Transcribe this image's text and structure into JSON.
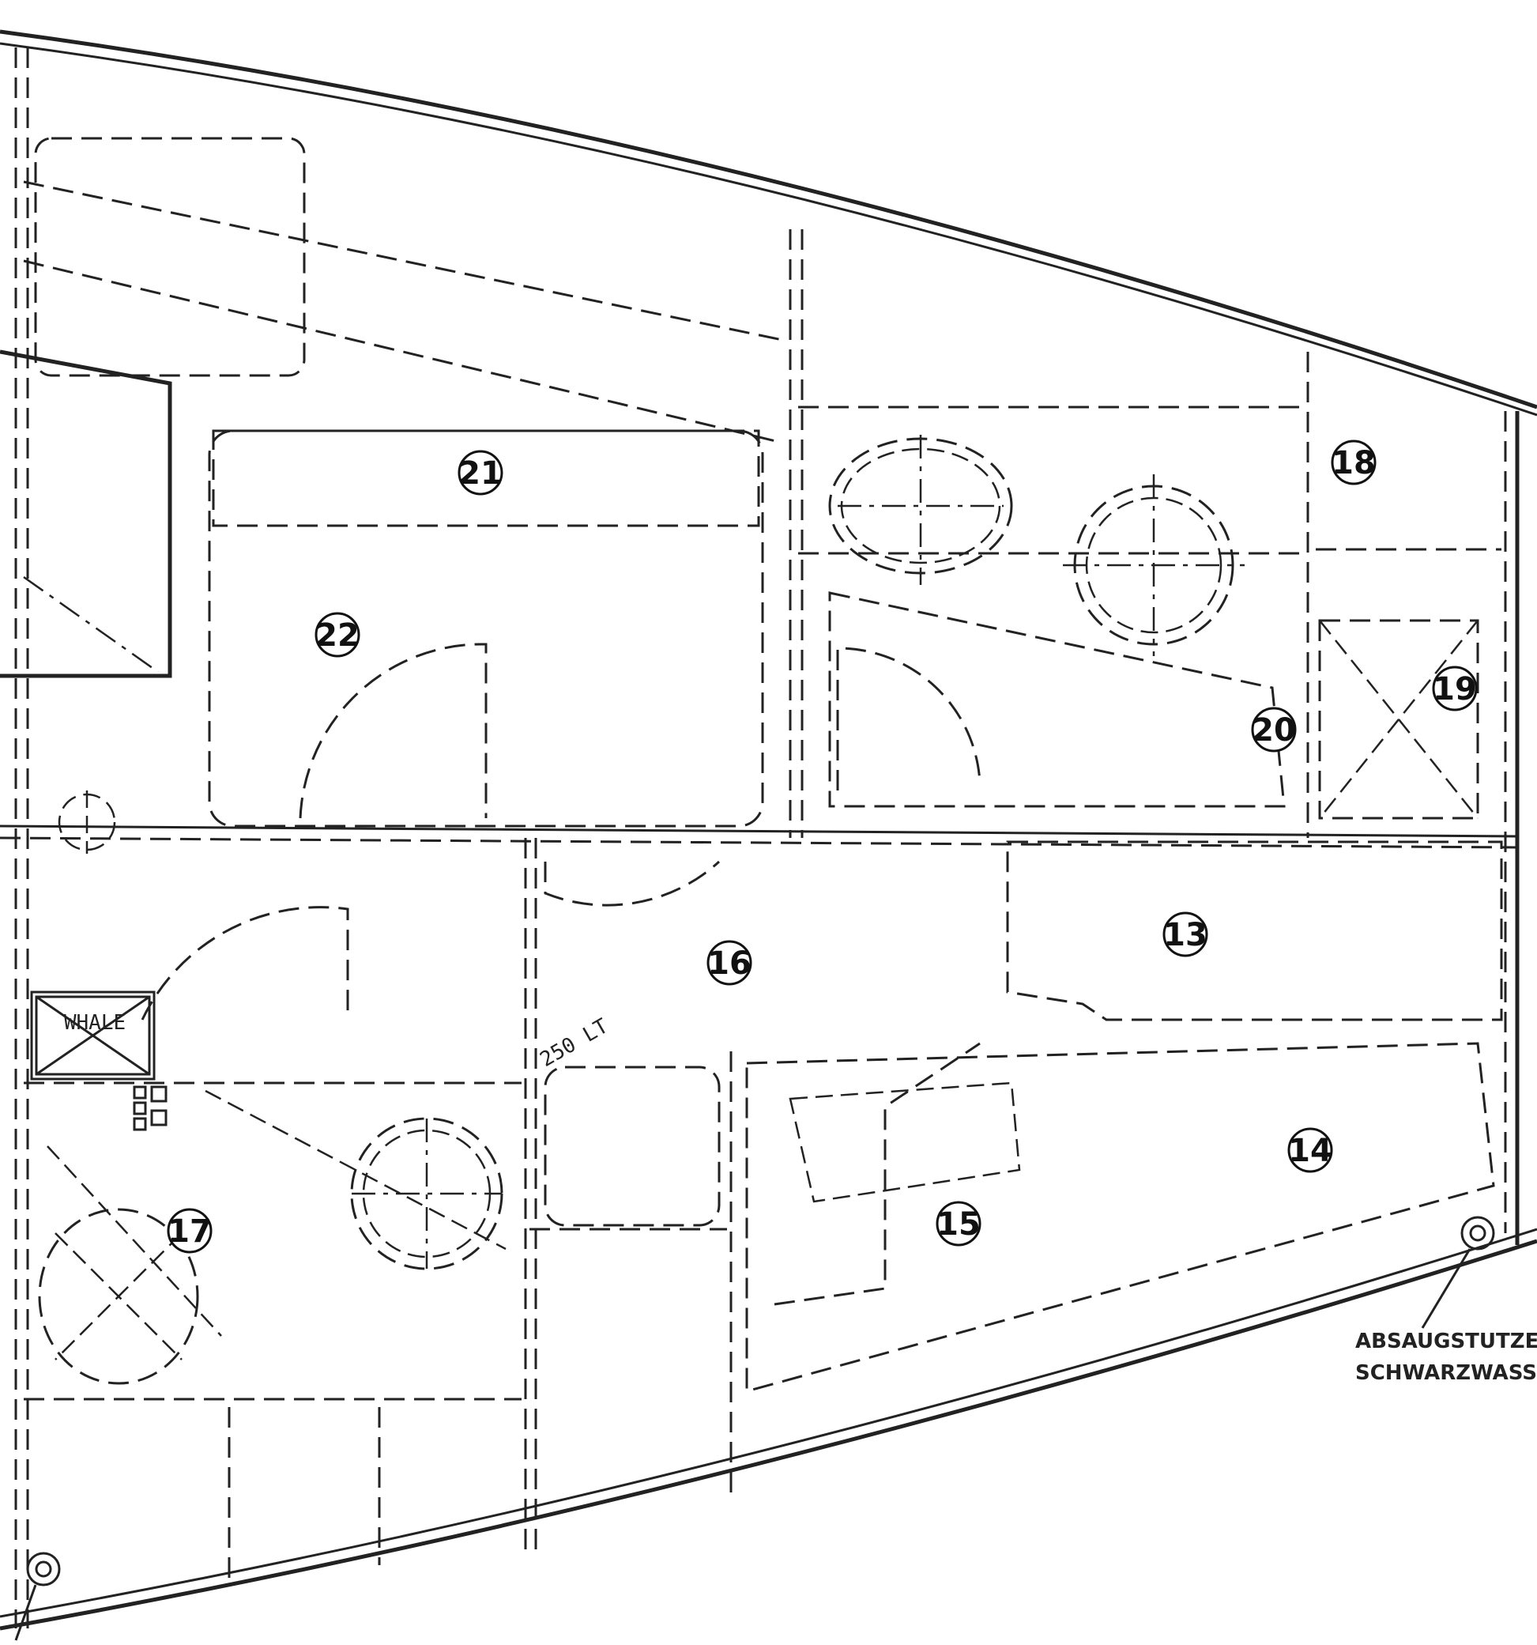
{
  "plan": {
    "callouts": [
      {
        "id": "13",
        "label": "13"
      },
      {
        "id": "14",
        "label": "14"
      },
      {
        "id": "15",
        "label": "15"
      },
      {
        "id": "16",
        "label": "16"
      },
      {
        "id": "17",
        "label": "17"
      },
      {
        "id": "18",
        "label": "18"
      },
      {
        "id": "19",
        "label": "19"
      },
      {
        "id": "20",
        "label": "20"
      },
      {
        "id": "21",
        "label": "21"
      },
      {
        "id": "22",
        "label": "22"
      }
    ],
    "whale_label": "WHALE",
    "tank_label": "250 LT",
    "annotation_line1": "ABSAUGSTUTZER",
    "annotation_line2": "SCHWARZWASSER"
  },
  "colors": {
    "line": "#222222",
    "background": "#ffffff"
  }
}
